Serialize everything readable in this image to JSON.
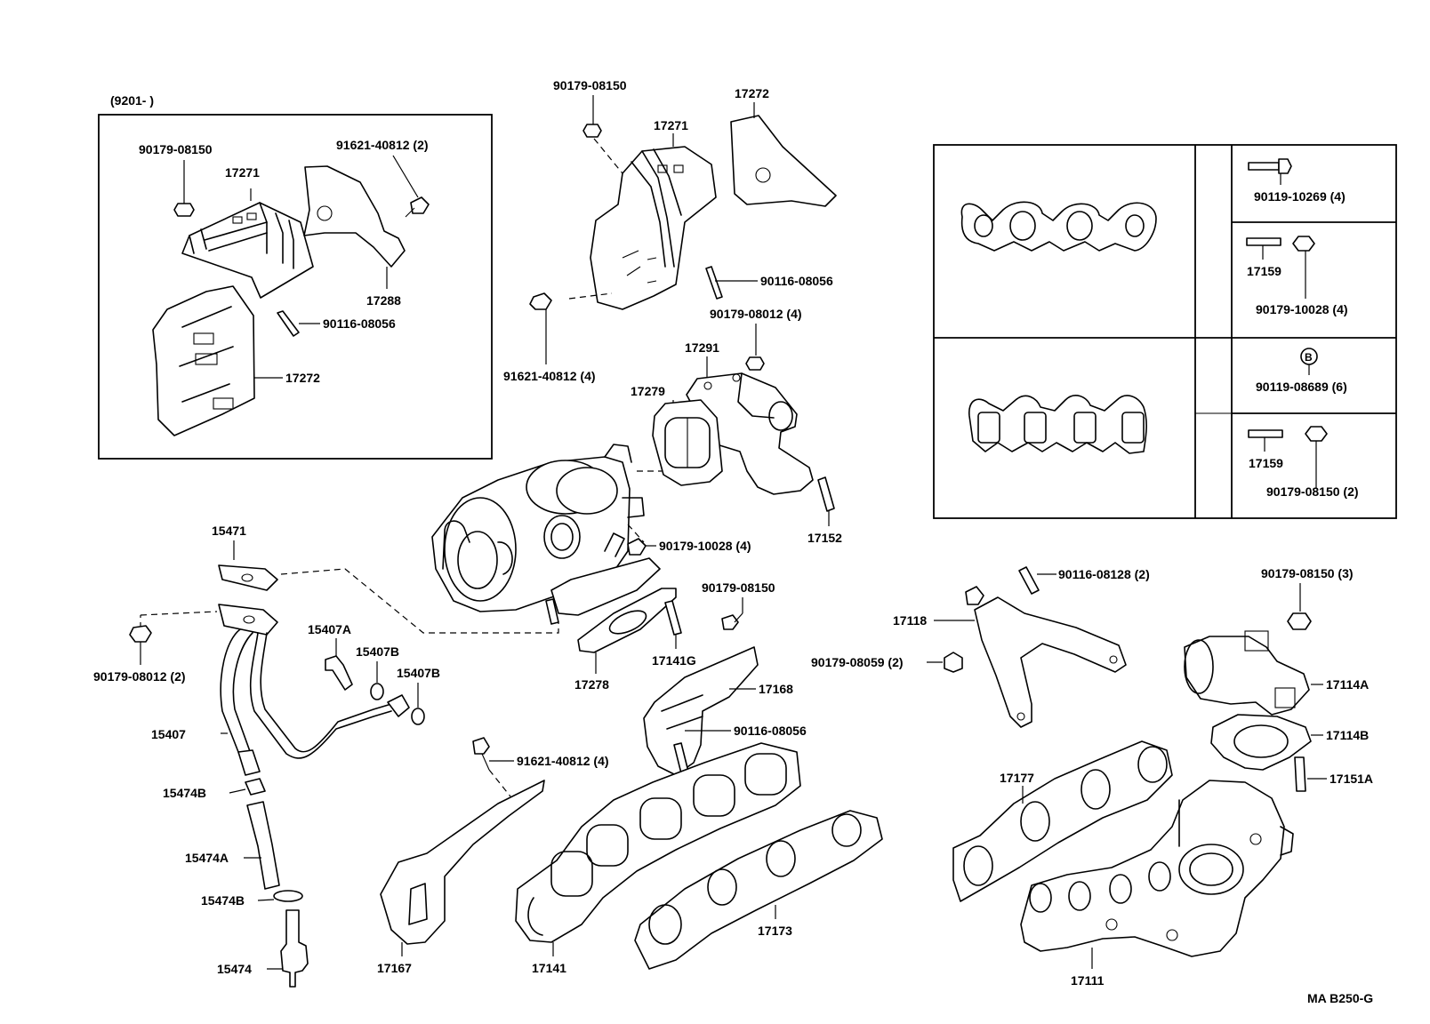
{
  "inset": {
    "range": "(9201-          )"
  },
  "diagram_code": "MA  B250-G",
  "labels": {
    "inset_90179_08150": "90179-08150",
    "inset_17271": "17271",
    "inset_91621_40812": "91621-40812 (2)",
    "inset_17288": "17288",
    "inset_90116_08056": "90116-08056",
    "inset_17272": "17272",
    "top_90179_08150": "90179-08150",
    "top_17272": "17272",
    "top_17271": "17271",
    "top_90116_08056": "90116-08056",
    "top_91621_40812": "91621-40812 (4)",
    "top_90179_08012": "90179-08012 (4)",
    "l_17291": "17291",
    "l_17279": "17279",
    "l_17152": "17152",
    "l_90179_10028_4a": "90179-10028 (4)",
    "l_90179_08150_mid": "90179-08150",
    "l_17141G": "17141G",
    "l_17278": "17278",
    "l_15471": "15471",
    "l_90179_08012_2": "90179-08012 (2)",
    "l_15407A": "15407A",
    "l_15407B_1": "15407B",
    "l_15407B_2": "15407B",
    "l_15407": "15407",
    "l_15474B_1": "15474B",
    "l_15474A": "15474A",
    "l_15474B_2": "15474B",
    "l_15474": "15474",
    "l_91621_40812_low": "91621-40812 (4)",
    "l_17167": "17167",
    "l_17168": "17168",
    "l_90116_08056_low": "90116-08056",
    "l_17141": "17141",
    "l_17173": "17173",
    "l_90116_08128": "90116-08128 (2)",
    "l_17118": "17118",
    "l_90179_08059": "90179-08059 (2)",
    "l_90179_08150_3": "90179-08150 (3)",
    "l_17114A": "17114A",
    "l_17114B": "17114B",
    "l_17151A": "17151A",
    "l_17177": "17177",
    "l_17111": "17111"
  },
  "table": {
    "r1_bolt": "90119-10269 (4)",
    "r2_stud": "17159",
    "r2_nut": "90179-10028 (4)",
    "r3_mark": "B",
    "r3_bolt": "90119-08689 (6)",
    "r4_stud": "17159",
    "r4_nut": "90179-08150 (2)"
  }
}
